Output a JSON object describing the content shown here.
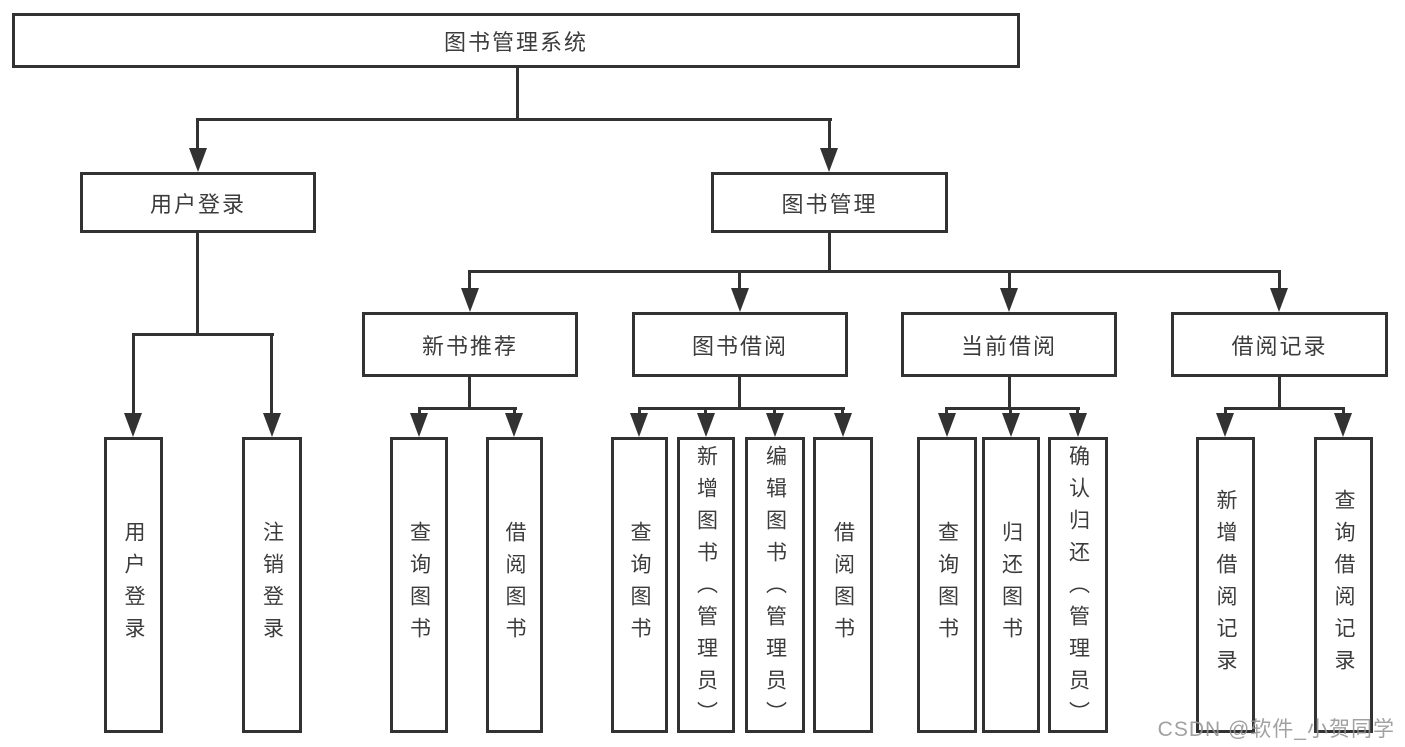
{
  "title": "图书管理系统",
  "level1": {
    "left": "用户登录",
    "right": "图书管理"
  },
  "level2": [
    "新书推荐",
    "图书借阅",
    "当前借阅",
    "借阅记录"
  ],
  "leaves": [
    "用户登录",
    "注销登录",
    "查询图书",
    "借阅图书",
    "查询图书",
    "新增图书（管理员）",
    "编辑图书（管理员）",
    "借阅图书",
    "查询图书",
    "归还图书",
    "确认归还（管理员）",
    "新增借阅记录",
    "查询借阅记录"
  ],
  "hierarchy": {
    "图书管理系统": [
      "用户登录",
      "图书管理"
    ],
    "用户登录": [
      "用户登录",
      "注销登录"
    ],
    "图书管理": [
      "新书推荐",
      "图书借阅",
      "当前借阅",
      "借阅记录"
    ],
    "新书推荐": [
      "查询图书",
      "借阅图书"
    ],
    "图书借阅": [
      "查询图书",
      "新增图书（管理员）",
      "编辑图书（管理员）",
      "借阅图书"
    ],
    "当前借阅": [
      "查询图书",
      "归还图书",
      "确认归还（管理员）"
    ],
    "借阅记录": [
      "新增借阅记录",
      "查询借阅记录"
    ]
  },
  "watermark": "CSDN @软件_小贺同学",
  "colors": {
    "line": "#323232",
    "text": "#3c3c3c",
    "background": "#ffffff",
    "watermark": "#949494"
  }
}
